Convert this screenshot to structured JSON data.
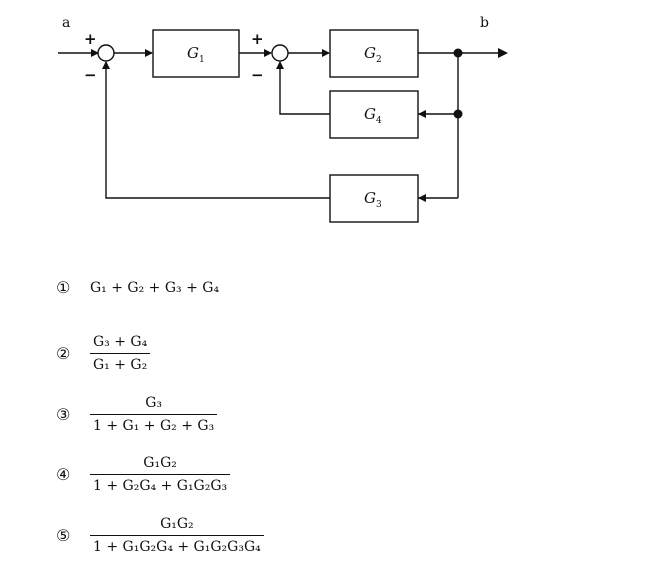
{
  "diagram": {
    "input_label": "a",
    "output_label": "b",
    "sum1_plus": "+",
    "sum1_minus": "−",
    "sum2_plus": "+",
    "sum2_minus": "−",
    "blocks": {
      "g1": {
        "letter": "G",
        "sub": "1"
      },
      "g2": {
        "letter": "G",
        "sub": "2"
      },
      "g3": {
        "letter": "G",
        "sub": "3"
      },
      "g4": {
        "letter": "G",
        "sub": "4"
      }
    }
  },
  "options": [
    {
      "number": "①",
      "expression": "G₁ + G₂ + G₃ + G₄"
    },
    {
      "number": "②",
      "numerator": "G₃ + G₄",
      "denominator": "G₁ + G₂"
    },
    {
      "number": "③",
      "numerator": "G₃",
      "denominator": "1 + G₁ + G₂ + G₃"
    },
    {
      "number": "④",
      "numerator": "G₁G₂",
      "denominator": "1 + G₂G₄ + G₁G₂G₃"
    },
    {
      "number": "⑤",
      "numerator": "G₁G₂",
      "denominator": "1 + G₁G₂G₄ + G₁G₂G₃G₄"
    }
  ]
}
